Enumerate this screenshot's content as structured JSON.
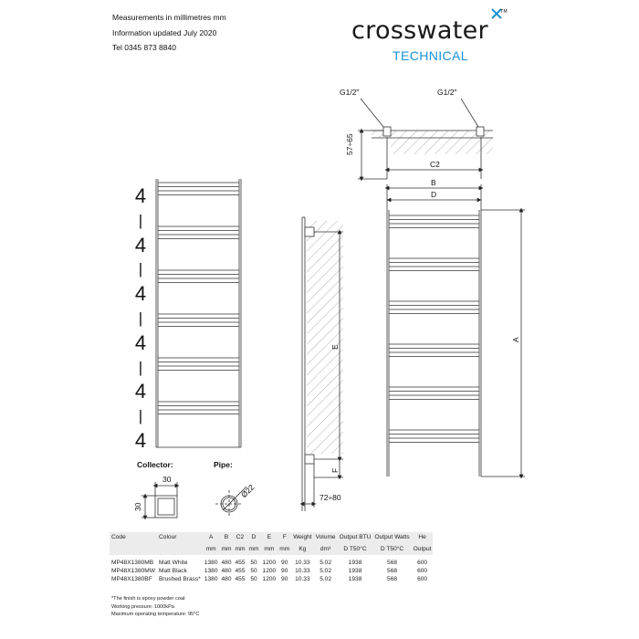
{
  "header": {
    "line1": "Measurements in millimetres mm",
    "line2": "Information updated July 2020",
    "line3": "Tel  0345 873 8840"
  },
  "brand": {
    "name": "crosswater",
    "mark": "TM",
    "subtitle": "TECHNICAL"
  },
  "drawing": {
    "front_labels": [
      "4",
      "|",
      "4",
      "|",
      "4",
      "|",
      "4",
      "|",
      "4",
      "|",
      "4"
    ],
    "connection_left": "G1/2\"",
    "connection_right": "G1/2\"",
    "wall_gap": "57÷65",
    "dim_c2": "C2",
    "dim_b": "B",
    "dim_d": "D",
    "dim_a": "A",
    "dim_e": "E",
    "dim_f": "F",
    "depth": "72÷80",
    "collector_label": "Collector:",
    "pipe_label": "Pipe:",
    "collector_w": "30",
    "collector_h": "30",
    "pipe_dia": "Ø22"
  },
  "table": {
    "headers": [
      "Code",
      "Colour",
      "A",
      "B",
      "C2",
      "D",
      "E",
      "F",
      "Weight",
      "Volume",
      "Output BTU",
      "Output Watts",
      "He"
    ],
    "units": [
      "",
      "",
      "mm",
      "mm",
      "mm",
      "mm",
      "mm",
      "mm",
      "Kg",
      "dm³",
      "D T50°C",
      "D T50°C",
      "Output"
    ],
    "rows": [
      [
        "MP48X1380MB",
        "Matt White",
        "1380",
        "480",
        "455",
        "50",
        "1200",
        "90",
        "10.33",
        "5.02",
        "1938",
        "568",
        "600"
      ],
      [
        "MP48X1380MW",
        "Matt Black",
        "1380",
        "480",
        "455",
        "50",
        "1200",
        "90",
        "10.33",
        "5.02",
        "1938",
        "568",
        "600"
      ],
      [
        "MP48X1380BF",
        "Brushed Brass*",
        "1380",
        "480",
        "455",
        "50",
        "1200",
        "90",
        "10.33",
        "5.02",
        "1938",
        "568",
        "600"
      ]
    ]
  },
  "notes": [
    "*The finish is epoxy powder coat",
    "Working pressure: 1000kPa",
    "Maximum operating temperature: 95°C"
  ]
}
